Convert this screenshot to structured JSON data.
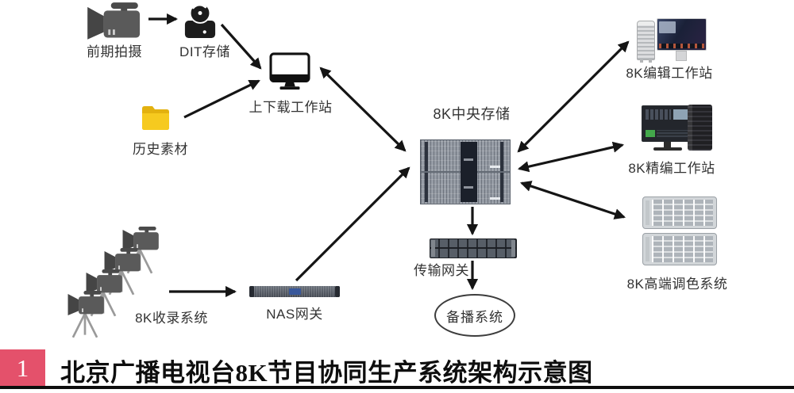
{
  "colors": {
    "accent_red": "#e4516b",
    "arrow_black": "#151515",
    "folder_yellow": "#f2c21c",
    "storage_gray": "#979da6"
  },
  "diagram": {
    "labels": {
      "pre_shooting": "前期拍摄",
      "dit_storage": "DIT存储",
      "upload_workstation": "上下载工作站",
      "history_material": "历史素材",
      "central_storage": "8K中央存储",
      "recording_system": "8K收录系统",
      "nas_gateway": "NAS网关",
      "transmission_gateway": "传输网关",
      "backup_broadcast": "备播系统",
      "editing_workstation": "8K编辑工作站",
      "fine_editing_workstation": "8K精编工作站",
      "color_grading_system": "8K高端调色系统"
    },
    "edges": [
      {
        "from": "pre_shooting",
        "to": "dit_storage",
        "bidirectional": false
      },
      {
        "from": "dit_storage",
        "to": "upload_workstation",
        "bidirectional": false
      },
      {
        "from": "history_material",
        "to": "upload_workstation",
        "bidirectional": false
      },
      {
        "from": "upload_workstation",
        "to": "central_storage",
        "bidirectional": true
      },
      {
        "from": "recording_system",
        "to": "nas_gateway",
        "bidirectional": false
      },
      {
        "from": "nas_gateway",
        "to": "central_storage",
        "bidirectional": false
      },
      {
        "from": "central_storage",
        "to": "transmission_gateway",
        "bidirectional": false
      },
      {
        "from": "transmission_gateway",
        "to": "backup_broadcast",
        "bidirectional": false
      },
      {
        "from": "central_storage",
        "to": "editing_workstation",
        "bidirectional": true
      },
      {
        "from": "central_storage",
        "to": "fine_editing_workstation",
        "bidirectional": true
      },
      {
        "from": "central_storage",
        "to": "color_grading_system",
        "bidirectional": true
      }
    ]
  },
  "caption": {
    "index": "1",
    "title": "北京广播电视台8K节目协同生产系统架构示意图"
  }
}
